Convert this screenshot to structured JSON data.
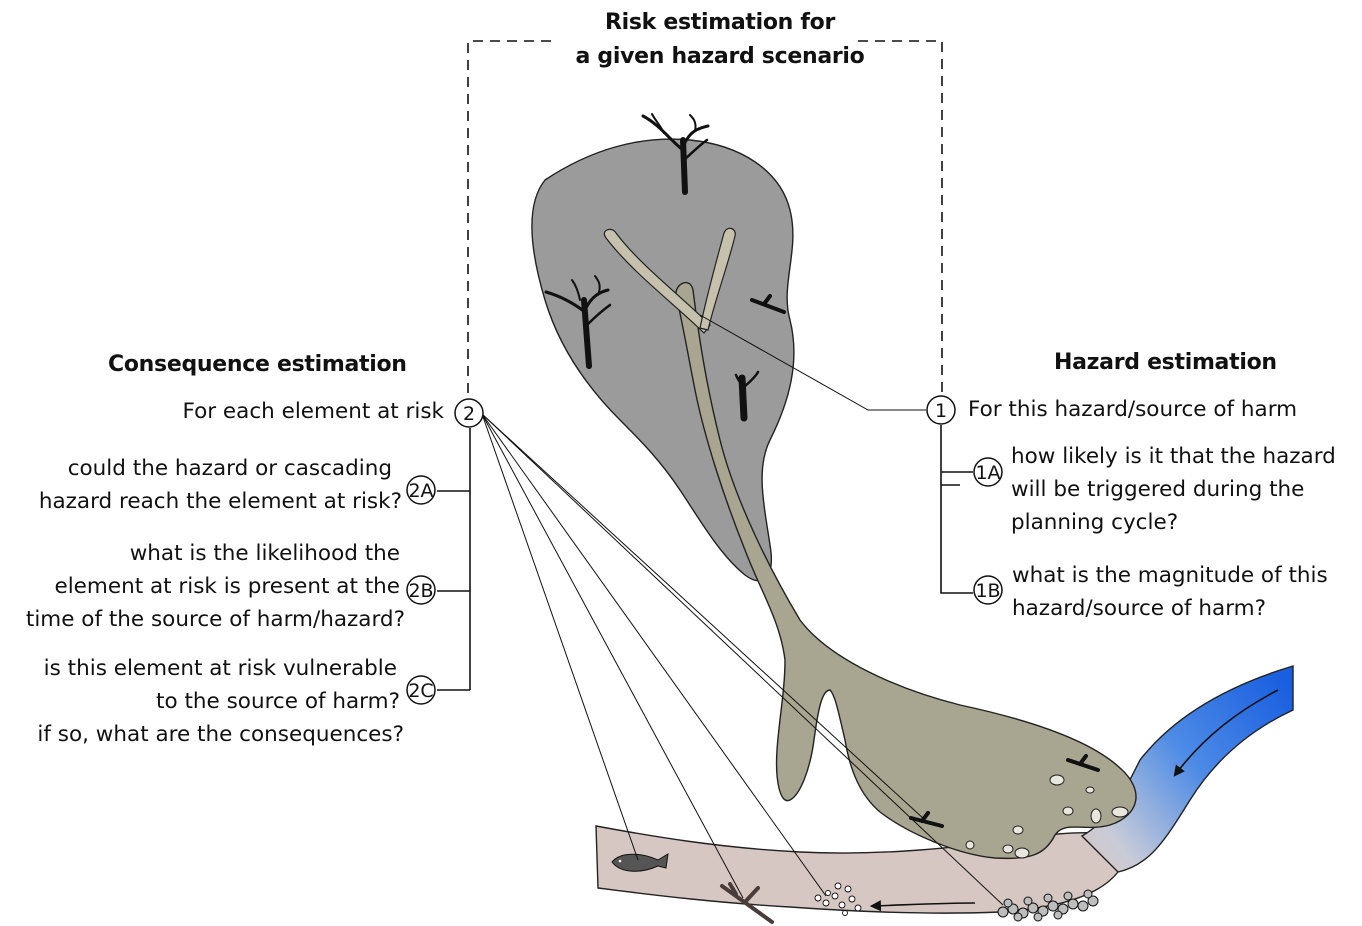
{
  "title": {
    "line1": "Risk estimation for",
    "line2": "a given hazard scenario"
  },
  "consequence": {
    "heading": "Consequence estimation",
    "marker": "2",
    "intro": "For each element at risk",
    "items": [
      {
        "marker": "2A",
        "lines": [
          "could the hazard or cascading",
          "hazard reach the element at risk?"
        ]
      },
      {
        "marker": "2B",
        "lines": [
          "what is the likelihood the",
          "element at risk is present at the",
          "time of the source of harm/hazard?"
        ]
      },
      {
        "marker": "2C",
        "lines": [
          "is this element at risk vulnerable",
          "to the source of harm?",
          "if so, what are the consequences?"
        ]
      }
    ]
  },
  "hazard": {
    "heading": "Hazard estimation",
    "marker": "1",
    "intro": "For this hazard/source of harm",
    "items": [
      {
        "marker": "1A",
        "lines": [
          "how likely is it that the hazard",
          "will be triggered during the",
          "planning cycle?"
        ]
      },
      {
        "marker": "1B",
        "lines": [
          "what is the magnitude of this",
          "hazard/source of harm?"
        ]
      }
    ]
  },
  "colors": {
    "source_area": "#9b9b9b",
    "deposit": "#a8a590",
    "channel_bed": "#d6c7c2",
    "river_inflow": "#2f74e0",
    "ink": "#111111"
  },
  "icons": [
    "dead-tree-icon",
    "fallen-log-icon",
    "fish-icon",
    "boulder-icon",
    "sediment-icon",
    "flow-arrow-icon"
  ]
}
